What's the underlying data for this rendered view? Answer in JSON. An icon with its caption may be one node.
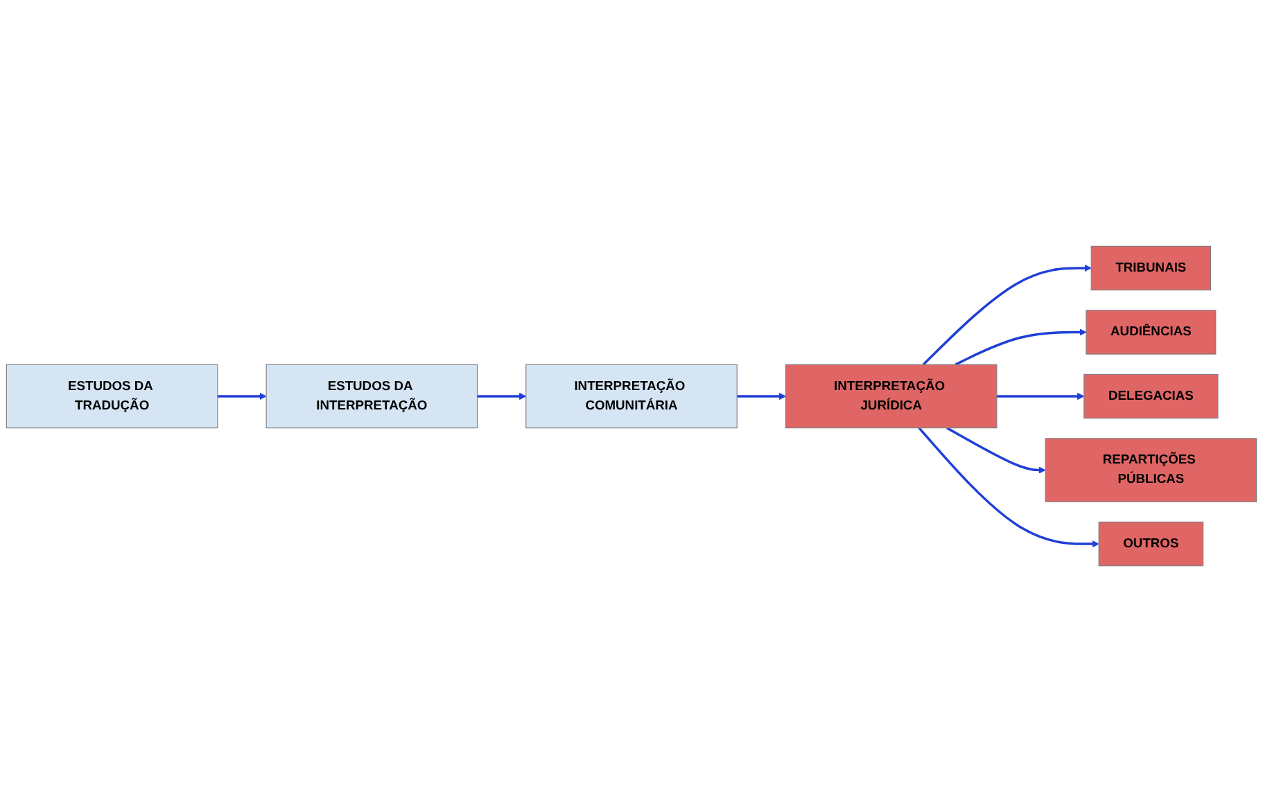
{
  "diagram": {
    "nodes": [
      {
        "text": [
          "ESTUDOS DA TRADUÇÃO"
        ]
      },
      {
        "text": [
          "ESTUDOS DA INTERPRETAÇÃO"
        ]
      },
      {
        "text": [
          "INTERPRETAÇÃO COMUNITÁRIA"
        ]
      },
      {
        "text": [
          "INTERPRETAÇÃO JURÍDICA"
        ]
      },
      {
        "text": [
          "TRIBUNAIS"
        ]
      },
      {
        "text": [
          "AUDIÊNCIAS"
        ]
      },
      {
        "text": [
          "DELEGACIAS"
        ]
      },
      {
        "text": [
          "REPARTIÇÕES PÚBLICAS"
        ]
      },
      {
        "text": [
          "OUTROS"
        ]
      }
    ],
    "edges": [
      {
        "from": 0,
        "to": 1,
        "arrow": "to"
      },
      {
        "from": 1,
        "to": 2,
        "arrow": "to"
      },
      {
        "from": 2,
        "to": 3,
        "arrow": "to"
      },
      {
        "from": 3,
        "to": 4,
        "arrow": "to"
      },
      {
        "from": 3,
        "to": 5,
        "arrow": "to"
      },
      {
        "from": 3,
        "to": 6,
        "arrow": "to"
      },
      {
        "from": 3,
        "to": 7,
        "arrow": "to"
      },
      {
        "from": 3,
        "to": 8,
        "arrow": "to"
      }
    ]
  }
}
